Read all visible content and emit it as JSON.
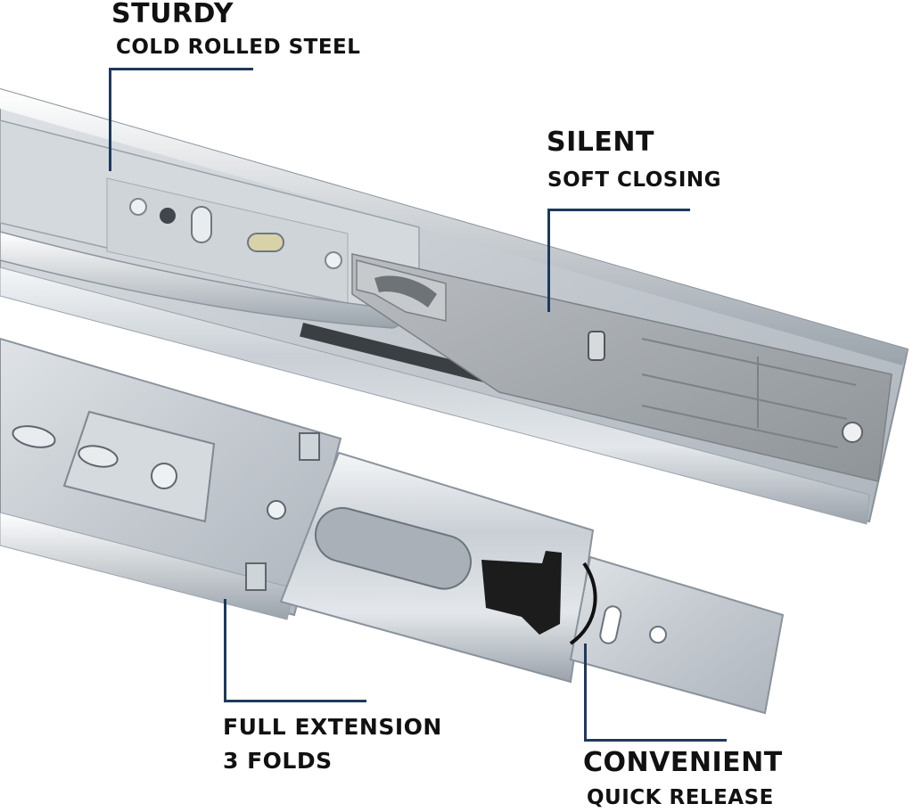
{
  "callouts": {
    "sturdy": {
      "title": "STURDY",
      "subtitle": "COLD ROLLED STEEL"
    },
    "silent": {
      "title": "SILENT",
      "subtitle": "SOFT CLOSING"
    },
    "full_extension": {
      "line1": "FULL EXTENSION",
      "line2": "3 FOLDS"
    },
    "convenient": {
      "title": "CONVENIENT",
      "subtitle": "QUICK RELEASE"
    }
  },
  "colors": {
    "leader_line": "#1d3a5c",
    "text": "#111111",
    "steel_light": "#e6eaee",
    "steel_mid": "#bcc3ca",
    "steel_dark": "#8a939c",
    "damper_plastic": "#a7acb0",
    "release_lever": "#1c1c1c"
  }
}
